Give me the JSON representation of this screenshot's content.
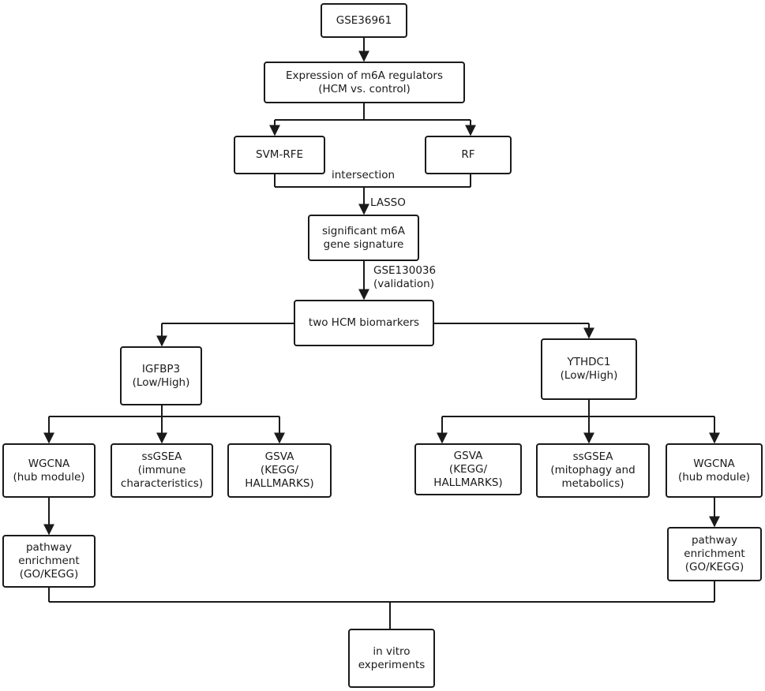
{
  "nodes": {
    "gse36961": "GSE36961",
    "expression": "Expression of m6A regulators\n(HCM vs. control)",
    "svm_rfe": "SVM-RFE",
    "rf": "RF",
    "signature": "significant m6A\ngene signature",
    "biomarkers": "two HCM biomarkers",
    "igfbp3": "IGFBP3\n(Low/High)",
    "ythdc1": "YTHDC1\n(Low/High)",
    "wgcna_left": "WGCNA\n(hub module)",
    "ssgsea_left": "ssGSEA\n(immune\ncharacteristics)",
    "gsva_left": "GSVA\n(KEGG/\nHALLMARKS)",
    "gsva_right": "GSVA\n(KEGG/\nHALLMARKS)",
    "ssgsea_right": "ssGSEA\n(mitophagy and\nmetabolics)",
    "wgcna_right": "WGCNA\n(hub module)",
    "pathway_left": "pathway\nenrichment\n(GO/KEGG)",
    "pathway_right": "pathway\nenrichment\n(GO/KEGG)",
    "in_vitro": "in vitro\nexperiments"
  },
  "edge_labels": {
    "intersection": "intersection",
    "lasso": "LASSO",
    "validation": "GSE130036\n(validation)"
  },
  "colors": {
    "stroke": "#1a1a1a",
    "fill": "#ffffff"
  }
}
